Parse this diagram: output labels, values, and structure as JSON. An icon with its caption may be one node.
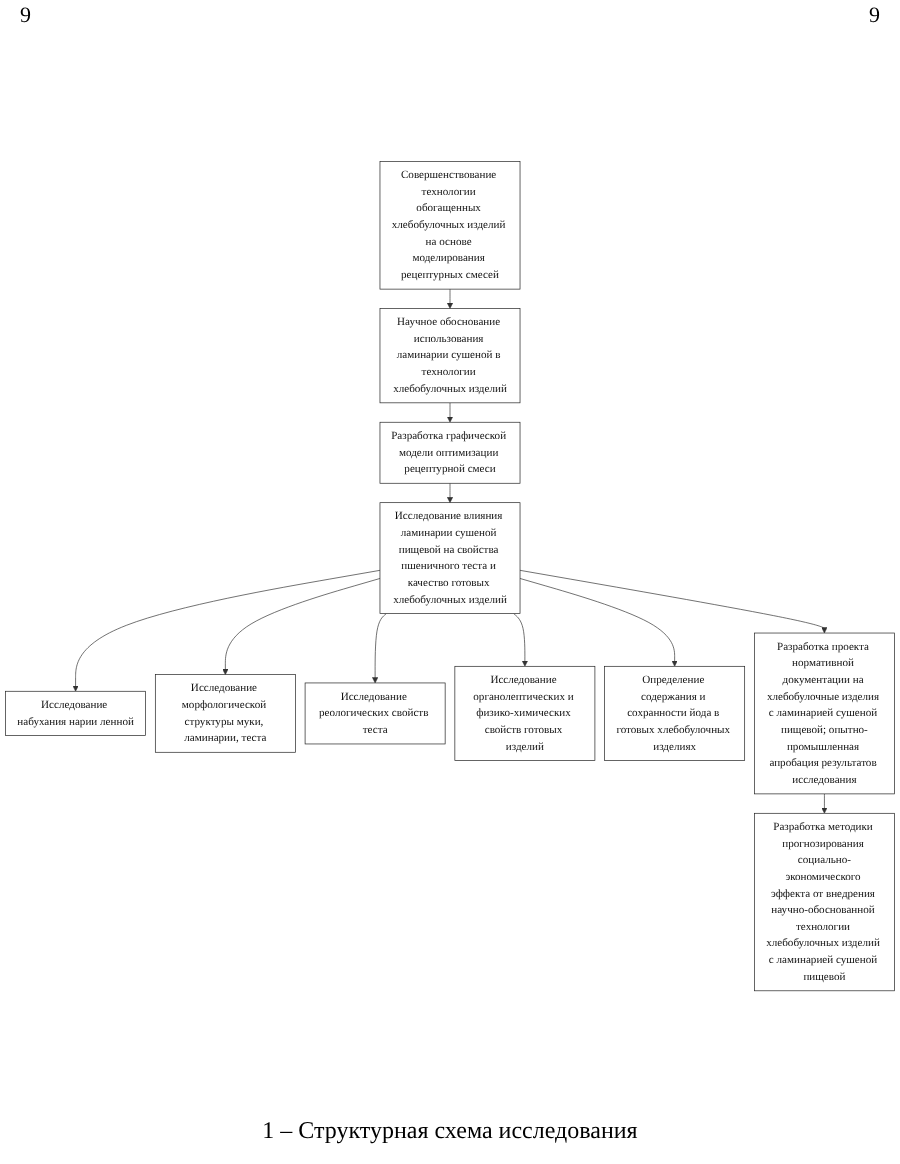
{
  "diagram": {
    "caption": "1 – Структурная схема исследования",
    "nodes": [
      {
        "text": [
          "Совершенствование технологии обогащенных хлебобулочных изделий на основе моделирования рецептурных смесей"
        ]
      },
      {
        "text": [
          "Научное обоснование использования ламинарии сушеной в технологии хлебобулочных изделий"
        ]
      },
      {
        "text": [
          "Разработка графической модели оптимизации рецептурной смеси"
        ]
      },
      {
        "text": [
          "Исследование влияния ламинарии сушеной пищевой на свойства пшеничного теста и качество готовых хлебобулочных изделий"
        ]
      },
      {
        "text": [
          "Исследование набухания нарии ленной"
        ]
      },
      {
        "text": [
          "Исследование морфологической структуры муки, ламинарии, теста"
        ]
      },
      {
        "text": [
          "Исследование реологических свойств теста"
        ]
      },
      {
        "text": [
          "Исследование органолептических и физико-химических свойств готовых изделий"
        ]
      },
      {
        "text": [
          "Определение содержания и сохранности йода в готовых хлебобулочных изделиях"
        ]
      },
      {
        "text": [
          "Разработка проекта нормативной документации на хлебобулочные изделия с ламинарией сушеной пищевой; опытно-промышленная апробация результатов исследования"
        ]
      },
      {
        "text": [
          "Разработка методики прогнозирования социально-экономического эффекта от внедрения научно-обоснованной технологии хлебобулочных изделий с ламинарией сушеной пищевой"
        ]
      }
    ],
    "edges": [
      {
        "from": 0,
        "to": 1,
        "arrow": "to"
      },
      {
        "from": 1,
        "to": 2,
        "arrow": "to"
      },
      {
        "from": 2,
        "to": 3,
        "arrow": "to"
      },
      {
        "from": 3,
        "to": 4,
        "arrow": "to"
      },
      {
        "from": 3,
        "to": 5,
        "arrow": "to"
      },
      {
        "from": 3,
        "to": 6,
        "arrow": "to"
      },
      {
        "from": 3,
        "to": 7,
        "arrow": "to"
      },
      {
        "from": 3,
        "to": 8,
        "arrow": "to"
      },
      {
        "from": 3,
        "to": 9,
        "arrow": "to"
      },
      {
        "from": 9,
        "to": 10,
        "arrow": "to"
      }
    ],
    "labels": [
      "9",
      "9"
    ]
  }
}
